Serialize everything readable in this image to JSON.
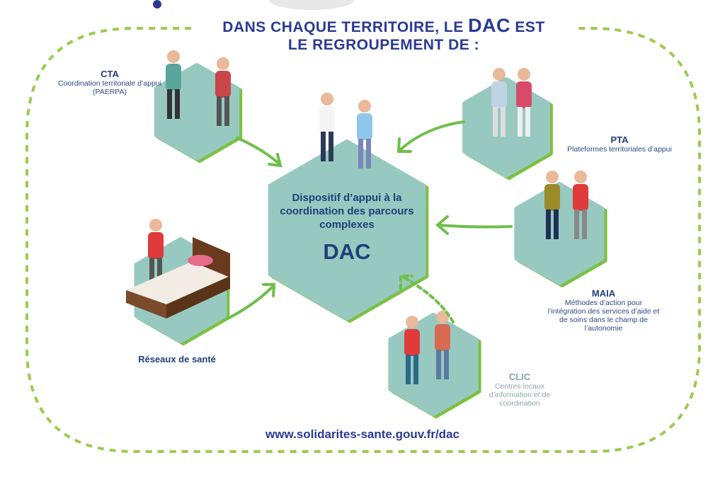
{
  "title": {
    "line1_prefix": "DANS CHAQUE TERRITOIRE, LE ",
    "line1_emph": "DAC",
    "line1_suffix": " EST",
    "line2": "LE REGROUPEMENT DE :"
  },
  "center": {
    "description": "Dispositif d’appui à la coordination des parcours complexes",
    "acronym": "DAC"
  },
  "members": [
    {
      "acronym": "CTA",
      "description": "Coordination territoriale d’appui (PAERPA)"
    },
    {
      "acronym": "PTA",
      "description": "Plateformes territoriales d’appui"
    },
    {
      "acronym": "MAIA",
      "description": "Méthodes d’action pour l’intégration des services d’aide et de soins dans le champ de l’autonomie"
    },
    {
      "acronym": "CLIC",
      "description": "Centres locaux d’information et de coordination"
    },
    {
      "acronym": "",
      "description": "Réseaux de santé"
    }
  ],
  "url": "www.solidarites-sante.gouv.fr/dac",
  "colors": {
    "navy": "#2a3a92",
    "hex_fill": "#97c9c0",
    "hex_edge": "#7cc142",
    "dash": "#9acb50"
  }
}
